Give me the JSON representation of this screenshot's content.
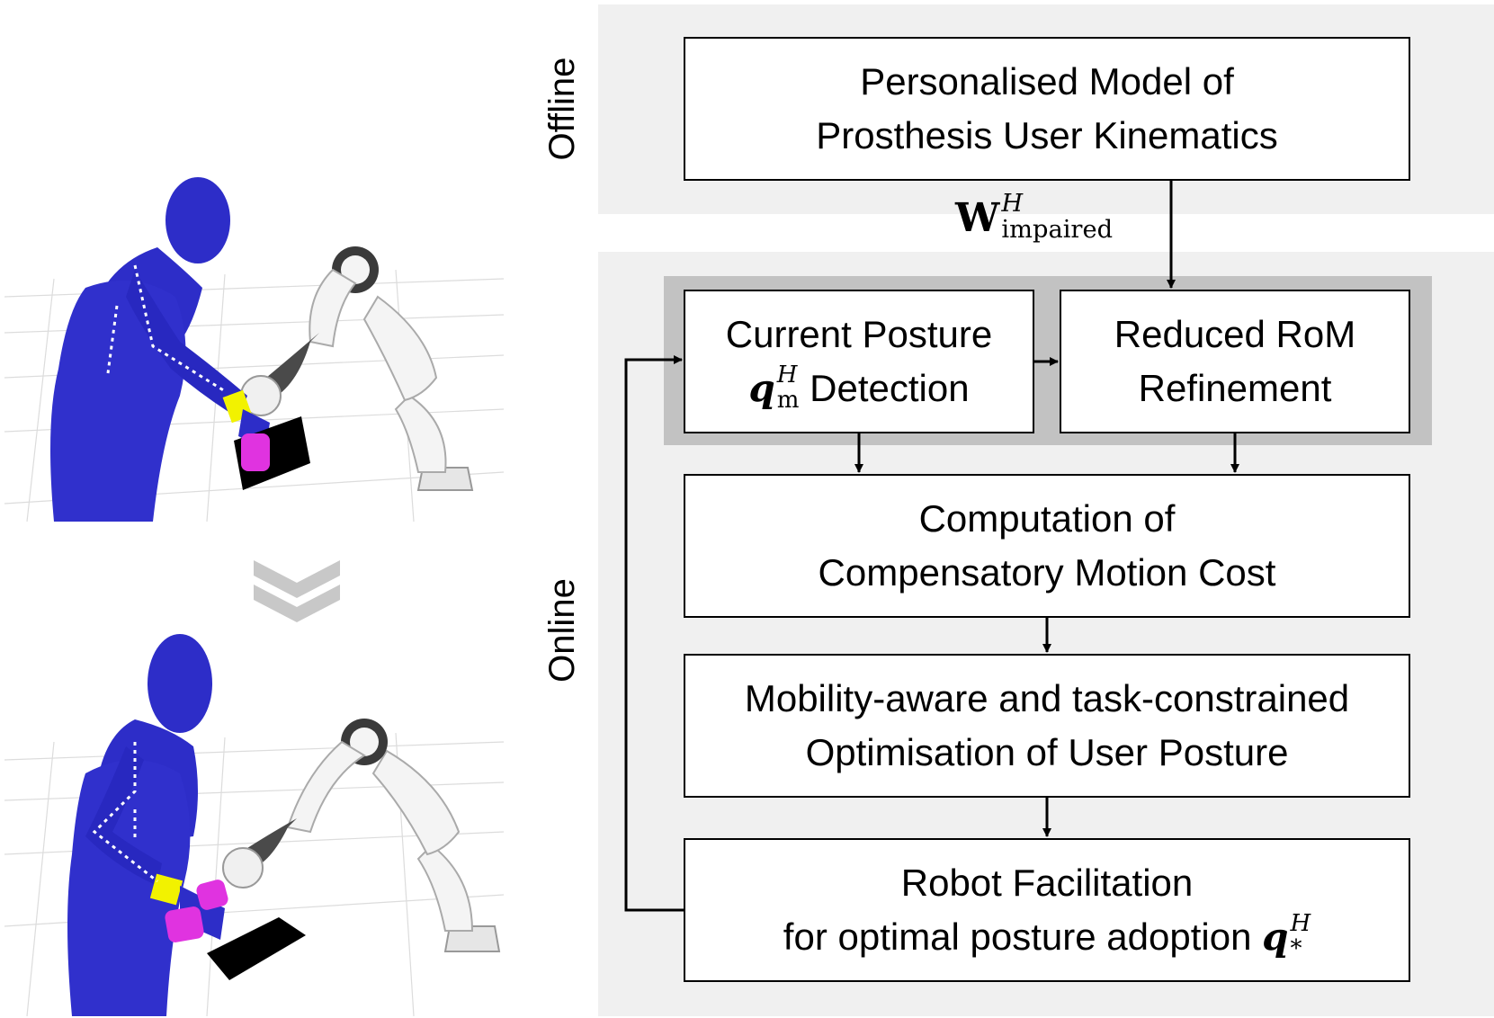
{
  "labels": {
    "offline": "Offline",
    "online": "Online"
  },
  "boxes": {
    "personalised_model": {
      "line1": "Personalised Model of",
      "line2": "Prosthesis User Kinematics"
    },
    "current_posture": {
      "line1": "Current Posture",
      "symbol": "q",
      "sup": "H",
      "sub": "m",
      "line2_rest": " Detection"
    },
    "reduced_rom": {
      "line1": "Reduced RoM",
      "line2": "Refinement"
    },
    "compensatory": {
      "line1": "Computation of",
      "line2": "Compensatory Motion Cost"
    },
    "optimisation": {
      "line1": "Mobility-aware and task-constrained",
      "line2": "Optimisation of User Posture"
    },
    "robot_facilitation": {
      "line1": "Robot Facilitation",
      "line2": "for optimal posture adoption ",
      "symbol": "q",
      "sup": "H",
      "sub": "*"
    }
  },
  "edge_label": {
    "symbol": "W",
    "sup": "H",
    "sub": "impaired"
  },
  "illustrations": [
    {
      "name": "human-robot-scene-before",
      "description_icon": "humanoid-with-robot-arm"
    },
    {
      "name": "human-robot-scene-after",
      "description_icon": "humanoid-with-robot-arm"
    }
  ],
  "colors": {
    "human_body": "#2d2dc8",
    "wrist_band": "#f2f200",
    "hand_object": "#e033e0",
    "panel_bg": "#f0f0f0",
    "highlight_bg": "#c2c2c2",
    "chevron": "#c8c8c8"
  }
}
